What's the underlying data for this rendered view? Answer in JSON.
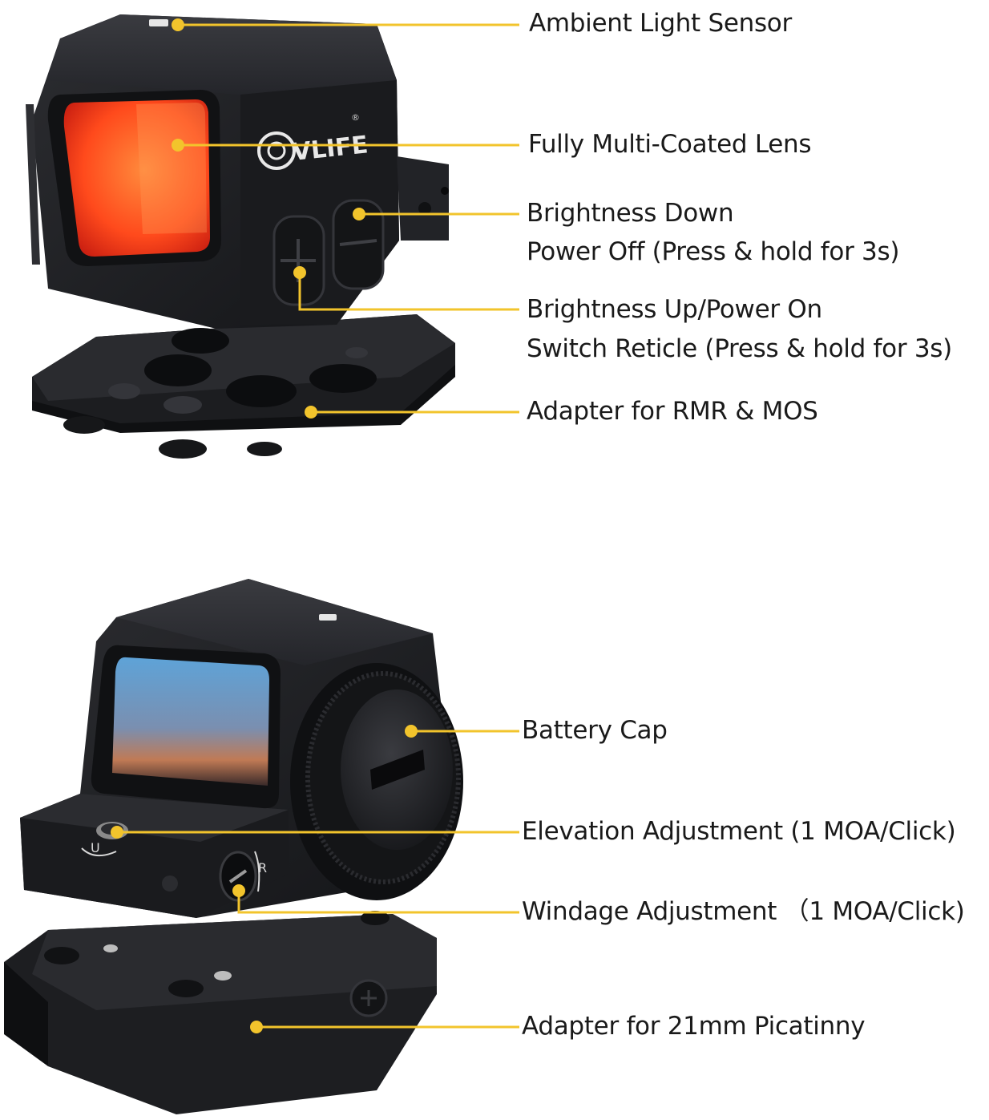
{
  "brand": {
    "logo_text": "VLIFE",
    "registered_mark": "®"
  },
  "colors": {
    "callout": "#f2c42c",
    "body": "#1e1f22",
    "lens_front": "#ff5a1f",
    "lens_rear": "#4f8fc4"
  },
  "top_callouts": {
    "ambient_light_sensor": "Ambient Light Sensor",
    "lens": "Fully Multi-Coated Lens",
    "brightness_down": "Brightness Down",
    "power_off": "Power Off (Press & hold for 3s)",
    "brightness_up": "Brightness Up/Power On",
    "switch_reticle": "Switch Reticle (Press & hold for 3s)",
    "adapter_rmr": "Adapter for RMR & MOS"
  },
  "bottom_callouts": {
    "battery_cap": "Battery Cap",
    "elevation": "Elevation Adjustment (1 MOA/Click)",
    "windage": "Windage Adjustment （1 MOA/Click)",
    "adapter_picatinny": "Adapter for 21mm Picatinny"
  },
  "dial_marks": {
    "up": "U",
    "right": "R"
  },
  "icons": {
    "button_plus": "plus-icon",
    "button_minus": "minus-icon"
  }
}
